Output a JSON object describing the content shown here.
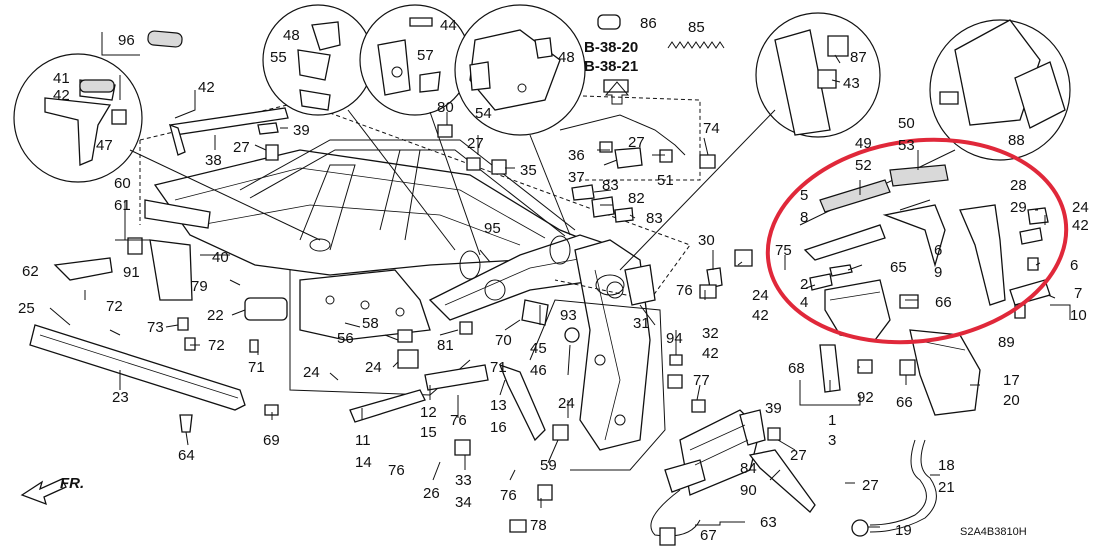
{
  "diagram": {
    "ref_codes": [
      "B-38-20",
      "B-38-21"
    ],
    "direction_label": "FR.",
    "drawing_code": "S2A4B3810H",
    "highlight_color": "#e0283a",
    "callouts": [
      "1",
      "2",
      "3",
      "4",
      "5",
      "6",
      "7",
      "8",
      "9",
      "10",
      "11",
      "12",
      "13",
      "14",
      "15",
      "16",
      "17",
      "18",
      "19",
      "20",
      "21",
      "22",
      "23",
      "24",
      "25",
      "26",
      "27",
      "28",
      "29",
      "30",
      "31",
      "32",
      "33",
      "34",
      "35",
      "36",
      "37",
      "38",
      "39",
      "40",
      "41",
      "42",
      "43",
      "44",
      "45",
      "46",
      "47",
      "48",
      "49",
      "50",
      "51",
      "52",
      "53",
      "54",
      "55",
      "56",
      "57",
      "58",
      "59",
      "60",
      "61",
      "62",
      "63",
      "64",
      "65",
      "66",
      "67",
      "68",
      "69",
      "70",
      "71",
      "72",
      "73",
      "74",
      "75",
      "76",
      "77",
      "78",
      "79",
      "80",
      "81",
      "82",
      "83",
      "84",
      "85",
      "86",
      "87",
      "88",
      "89",
      "90",
      "91",
      "92",
      "93",
      "94",
      "95",
      "96"
    ]
  }
}
